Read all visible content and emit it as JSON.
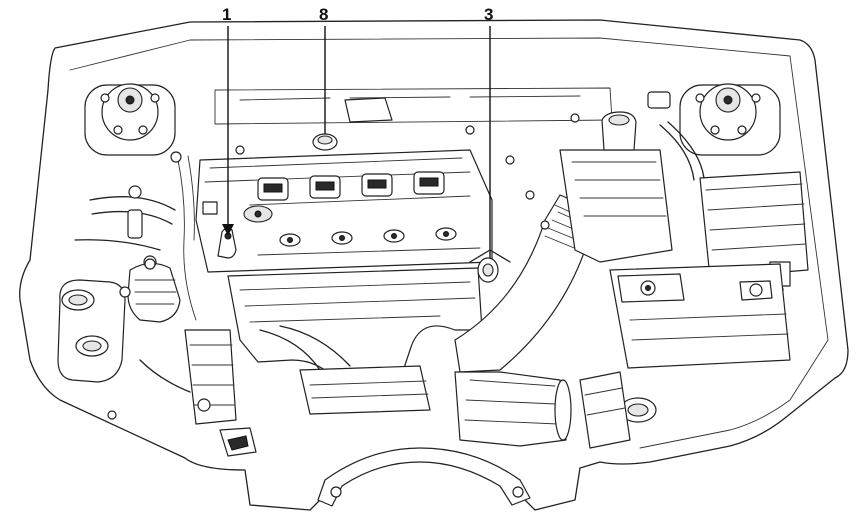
{
  "callouts": [
    {
      "id": "1",
      "label": "1"
    },
    {
      "id": "8",
      "label": "8"
    },
    {
      "id": "3",
      "label": "3"
    }
  ],
  "colors": {
    "line": "#222222",
    "fill": "#ffffff",
    "shade": "#e6e6e6"
  }
}
